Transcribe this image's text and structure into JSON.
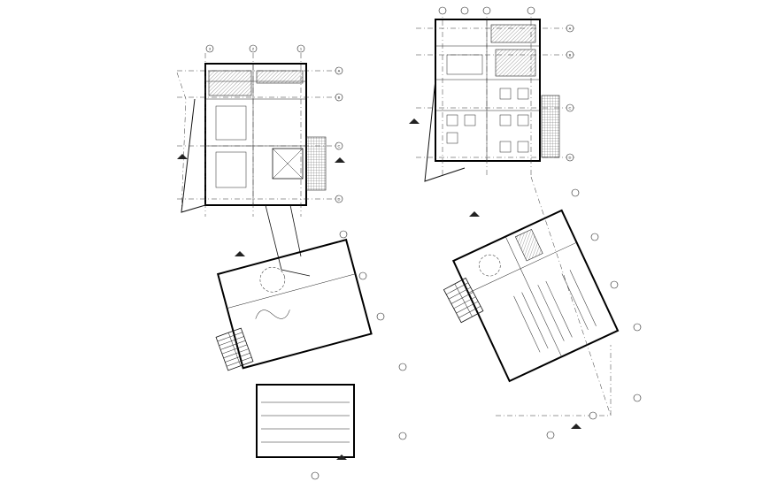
{
  "drawing": {
    "background": "#ffffff",
    "line_color": "#111111",
    "left_plan": {
      "grid_top": [
        "3",
        "2",
        "1"
      ],
      "grid_right": [
        "A",
        "B",
        "C",
        "D"
      ]
    },
    "right_plan": {
      "grid_top": [
        "",
        "",
        "",
        ""
      ],
      "grid_right": [
        "A",
        "B",
        "C",
        "D"
      ]
    }
  }
}
